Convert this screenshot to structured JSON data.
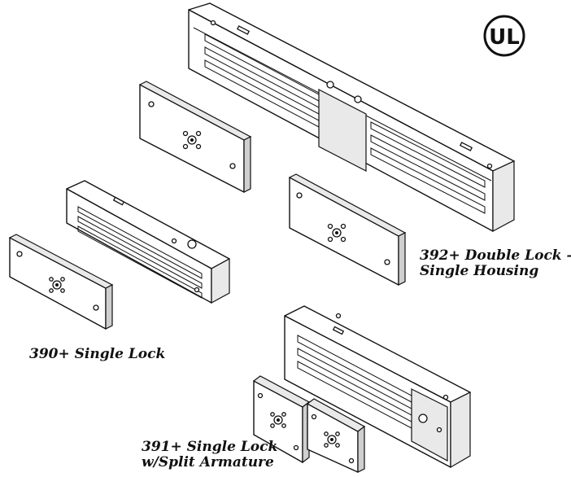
{
  "captions": {
    "double_lock_line1": "392+ Double Lock –",
    "double_lock_line2": "Single Housing",
    "single_lock": "390+ Single Lock",
    "split_line1": "391+ Single Lock",
    "split_line2": "w/Split Armature"
  },
  "ul_mark": {
    "label": "UL"
  }
}
